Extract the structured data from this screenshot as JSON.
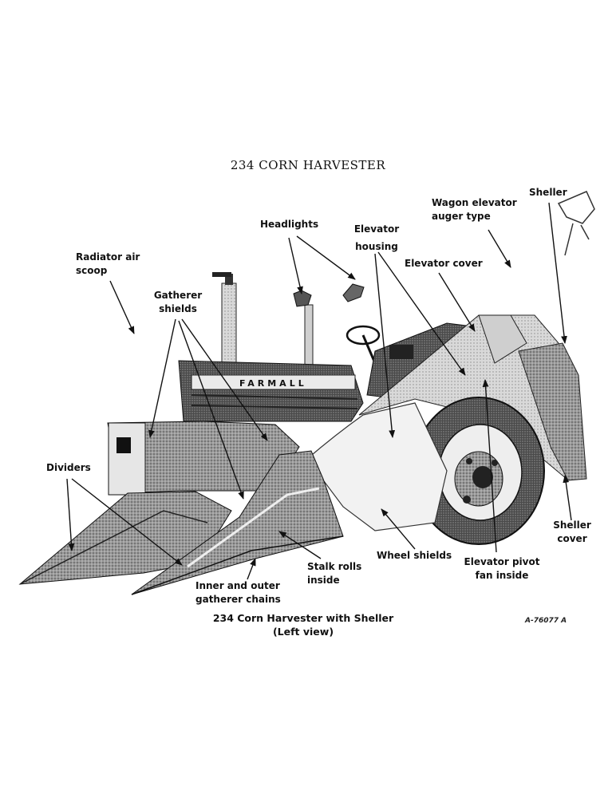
{
  "title": "234 CORN HARVESTER",
  "labels": {
    "radiator_air_scoop": [
      "Radiator air",
      "scoop"
    ],
    "gatherer_shields": [
      "Gatherer",
      "shields"
    ],
    "headlights": "Headlights",
    "elevator_housing": [
      "Elevator",
      "housing"
    ],
    "wagon_elevator": [
      "Wagon elevator",
      "auger type"
    ],
    "sheller": "Sheller",
    "elevator_cover": "Elevator cover",
    "dividers": "Dividers",
    "sheller_cover": [
      "Sheller",
      "cover"
    ],
    "wheel_shields": "Wheel shields",
    "elevator_pivot": [
      "Elevator pivot",
      "fan inside"
    ],
    "stalk_rolls": [
      "Stalk rolls",
      "inside"
    ],
    "gatherer_chains": [
      "Inner and outer",
      "gatherer chains"
    ]
  },
  "emblem_text": "FARMALL",
  "caption": [
    "234 Corn Harvester with Sheller",
    "(Left view)"
  ],
  "reference": "A-76077 A"
}
